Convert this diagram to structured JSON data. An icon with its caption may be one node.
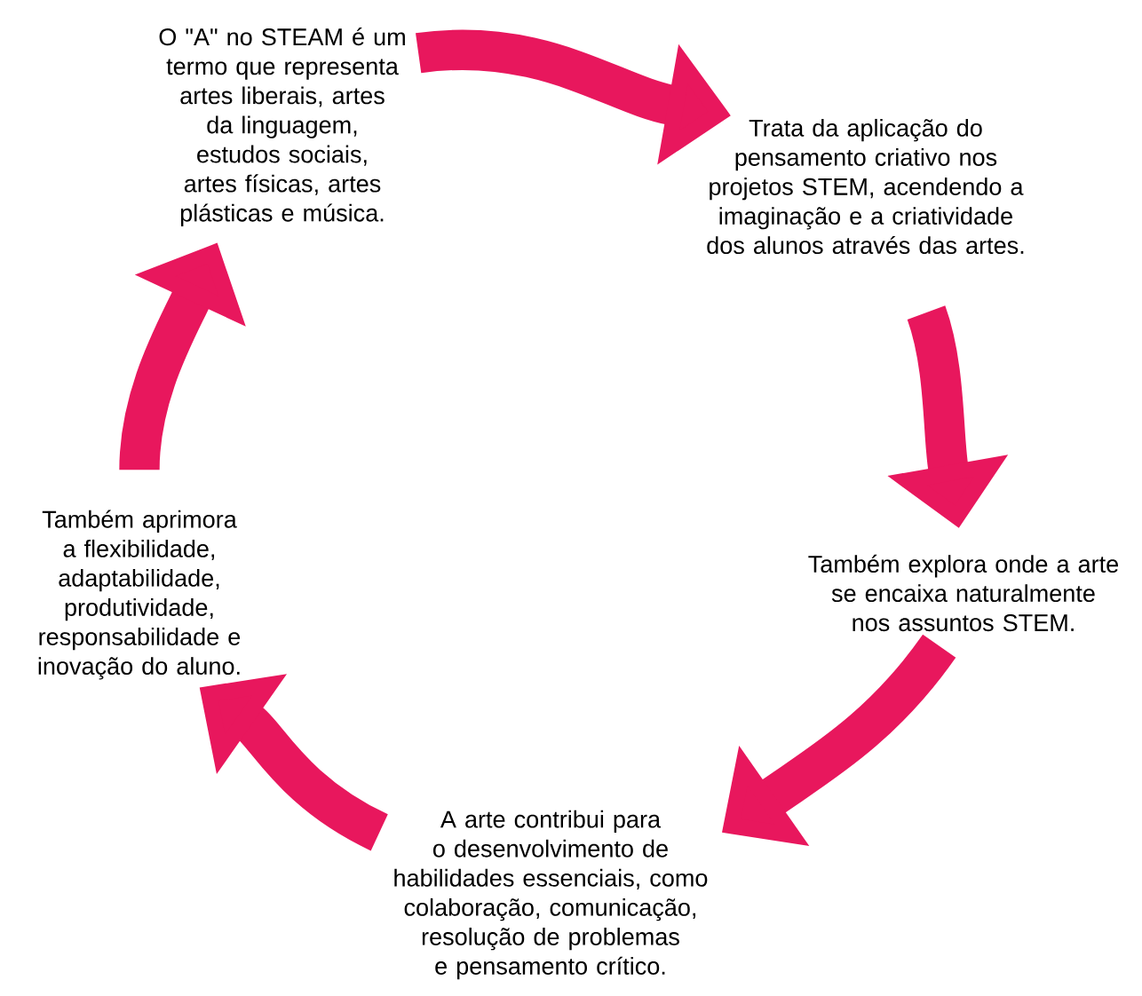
{
  "diagram": {
    "nodes": [
      {
        "text": [
          "O \"A\" no STEAM é um termo que representa artes liberais, artes da linguagem, estudos sociais, artes físicas, artes plásticas e música."
        ]
      },
      {
        "text": [
          "Trata da aplicação do pensamento criativo nos projetos STEM, acendendo a imaginação e a criatividade dos alunos através das artes."
        ]
      },
      {
        "text": [
          "Também explora onde a arte se encaixa naturalmente nos assuntos STEM."
        ]
      },
      {
        "text": [
          "A arte contribui para o desenvolvimento de habilidades essenciais, como colaboração, comunicação, resolução de problemas e pensamento crítico."
        ]
      },
      {
        "text": [
          "Também aprimora a flexibilidade, adaptabilidade, produtividade, responsabilidade e inovação do aluno."
        ]
      }
    ],
    "edges": [
      {
        "from": 0,
        "to": 1,
        "arrow": "to"
      },
      {
        "from": 1,
        "to": 2,
        "arrow": "to"
      },
      {
        "from": 2,
        "to": 3,
        "arrow": "to"
      },
      {
        "from": 3,
        "to": 4,
        "arrow": "to"
      },
      {
        "from": 4,
        "to": 0,
        "arrow": "to"
      }
    ]
  }
}
